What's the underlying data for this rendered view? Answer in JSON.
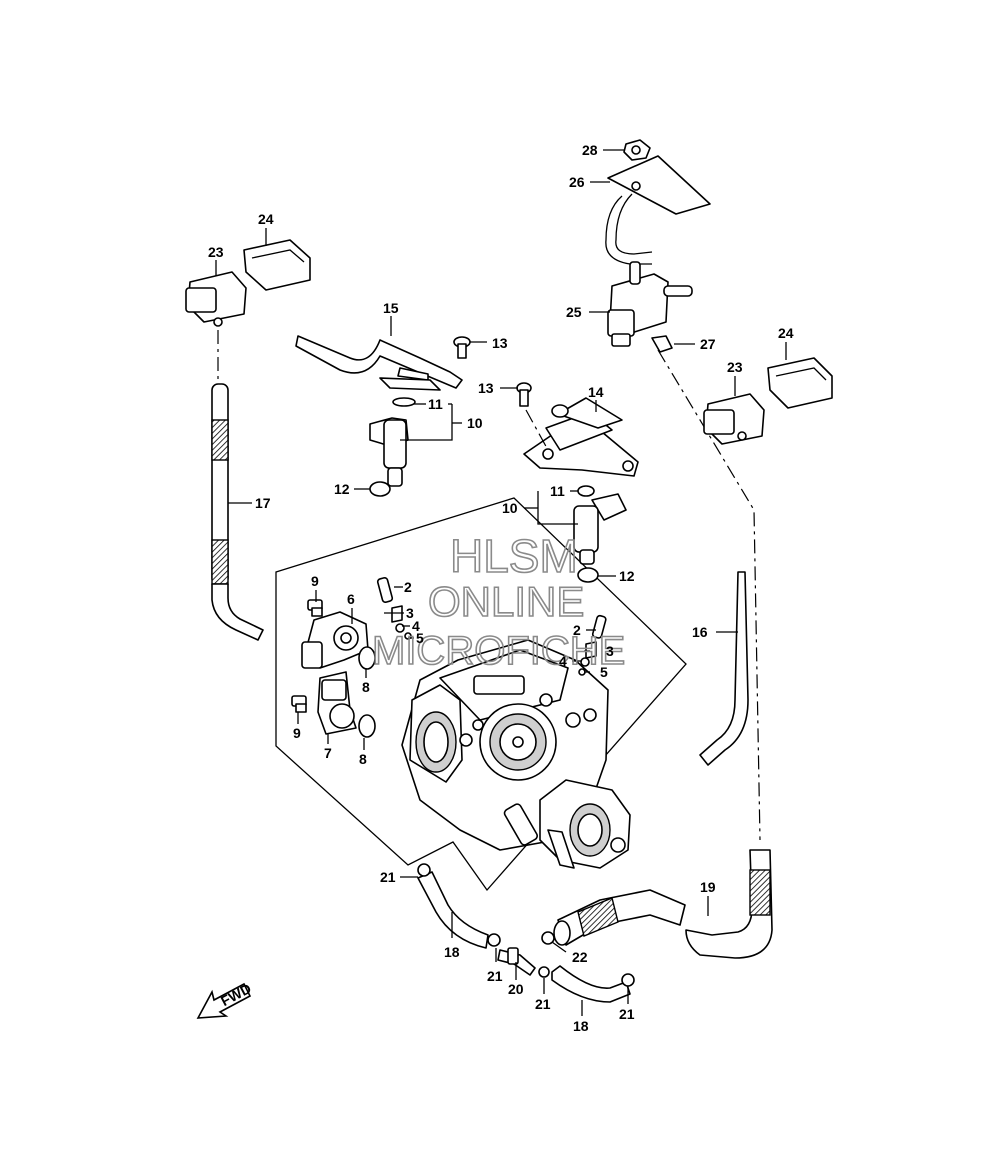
{
  "diagram": {
    "fwd_label": "FWD",
    "watermark": [
      "HLSM",
      "ONLINE",
      "MICROFICHE"
    ],
    "callouts": [
      {
        "id": "28",
        "text": "28"
      },
      {
        "id": "26",
        "text": "26"
      },
      {
        "id": "24a",
        "text": "24"
      },
      {
        "id": "23a",
        "text": "23"
      },
      {
        "id": "25",
        "text": "25"
      },
      {
        "id": "27",
        "text": "27"
      },
      {
        "id": "15",
        "text": "15"
      },
      {
        "id": "13a",
        "text": "13"
      },
      {
        "id": "13b",
        "text": "13"
      },
      {
        "id": "14",
        "text": "14"
      },
      {
        "id": "24b",
        "text": "24"
      },
      {
        "id": "23b",
        "text": "23"
      },
      {
        "id": "11a",
        "text": "11"
      },
      {
        "id": "10a",
        "text": "10"
      },
      {
        "id": "12a",
        "text": "12"
      },
      {
        "id": "17",
        "text": "17"
      },
      {
        "id": "11b",
        "text": "11"
      },
      {
        "id": "10b",
        "text": "10"
      },
      {
        "id": "12b",
        "text": "12"
      },
      {
        "id": "9a",
        "text": "9"
      },
      {
        "id": "2a",
        "text": "2"
      },
      {
        "id": "3a",
        "text": "3"
      },
      {
        "id": "4a",
        "text": "4"
      },
      {
        "id": "5a",
        "text": "5"
      },
      {
        "id": "6",
        "text": "6"
      },
      {
        "id": "8a",
        "text": "8"
      },
      {
        "id": "2b",
        "text": "2"
      },
      {
        "id": "4b",
        "text": "4"
      },
      {
        "id": "3b",
        "text": "3"
      },
      {
        "id": "5b",
        "text": "5"
      },
      {
        "id": "16",
        "text": "16"
      },
      {
        "id": "9b",
        "text": "9"
      },
      {
        "id": "7",
        "text": "7"
      },
      {
        "id": "8b",
        "text": "8"
      },
      {
        "id": "21a",
        "text": "21"
      },
      {
        "id": "19",
        "text": "19"
      },
      {
        "id": "18a",
        "text": "18"
      },
      {
        "id": "22",
        "text": "22"
      },
      {
        "id": "21b",
        "text": "21"
      },
      {
        "id": "20",
        "text": "20"
      },
      {
        "id": "21c",
        "text": "21"
      },
      {
        "id": "21d",
        "text": "21"
      },
      {
        "id": "18b",
        "text": "18"
      }
    ]
  }
}
